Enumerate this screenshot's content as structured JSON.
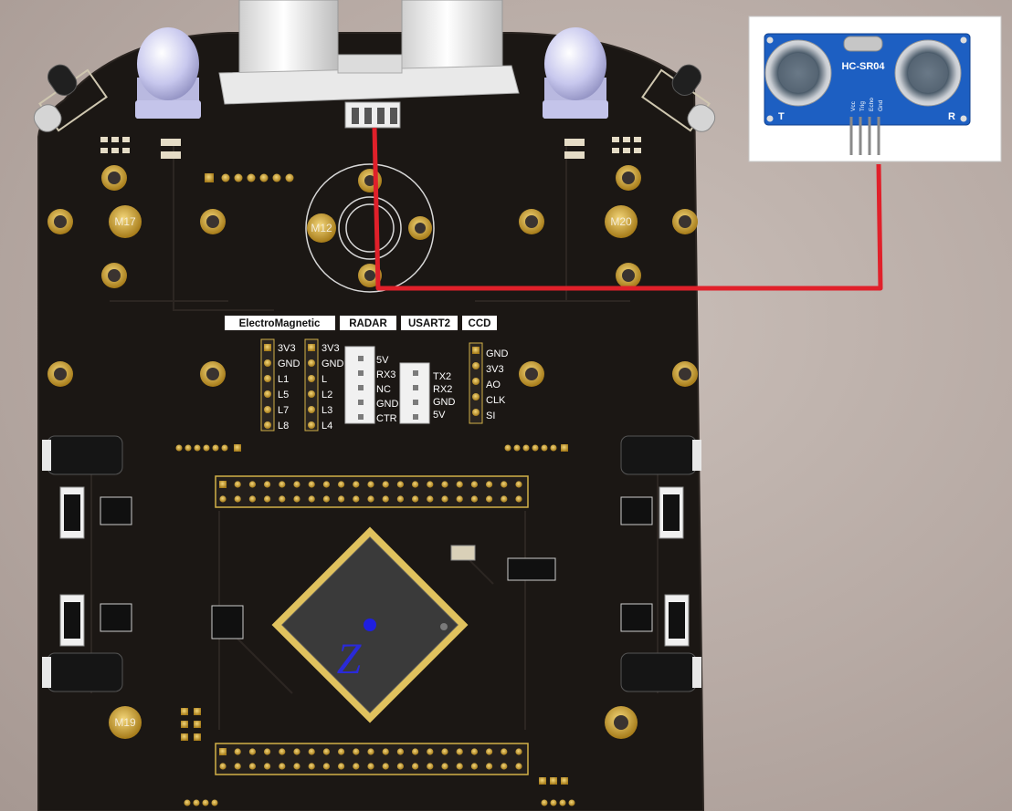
{
  "board": {
    "header_labels": [
      "ElectroMagnetic",
      "RADAR",
      "USART2",
      "CCD"
    ],
    "mounting_labels": [
      "M17",
      "M12",
      "M20",
      "M19"
    ],
    "header1_pins": [
      "3V3",
      "GND",
      "L1",
      "L5",
      "L7",
      "L8"
    ],
    "header2_pins": [
      "3V3",
      "GND",
      "L",
      "L2",
      "L3",
      "L4"
    ],
    "radar_pins": [
      "5V",
      "RX3",
      "NC",
      "GND",
      "CTR"
    ],
    "usart_pins": [
      "TX2",
      "RX2",
      "GND",
      "5V"
    ],
    "ccd_pins": [
      "GND",
      "3V3",
      "AO",
      "CLK",
      "SI"
    ],
    "mcu_mark": "Z"
  },
  "sensor": {
    "model": "HC-SR04",
    "pins": [
      "Vcc",
      "Trig",
      "Echo",
      "Gnd"
    ],
    "left_label": "T",
    "right_label": "R"
  },
  "colors": {
    "pcb": "#1b1714",
    "gold": "#c79a2c",
    "wire": "#e0202a",
    "sensor_board": "#1d5fc2"
  }
}
